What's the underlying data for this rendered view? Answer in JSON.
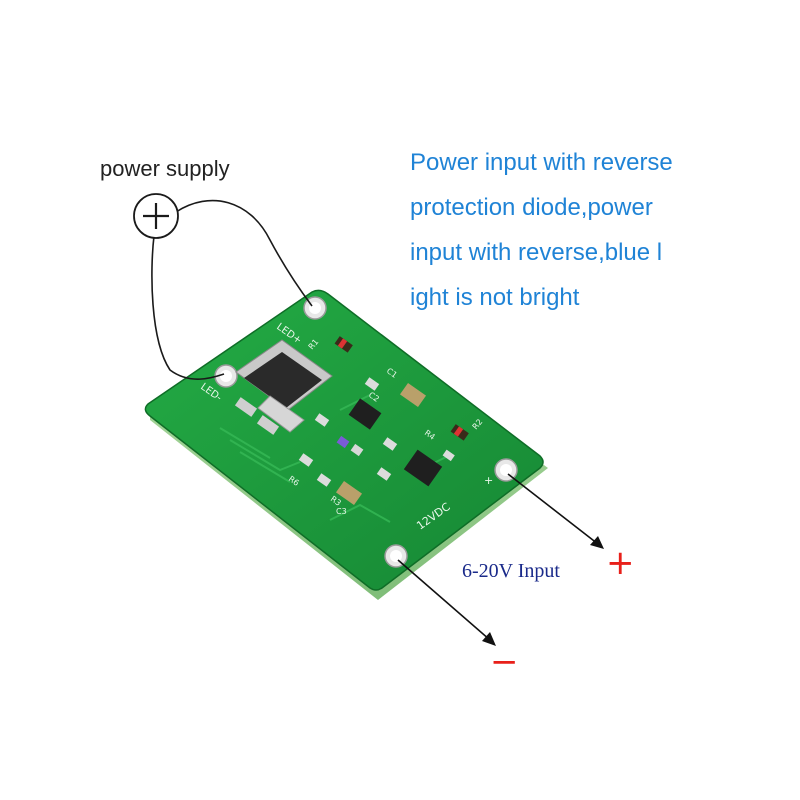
{
  "labels": {
    "power_supply": "power supply",
    "description_lines": [
      "Power input with reverse",
      "protection diode,power",
      "input with reverse,blue l",
      "ight is not bright"
    ],
    "input_range": "6-20V Input",
    "plus_sign": "+",
    "minus_sign": "−"
  },
  "board": {
    "silkscreen": {
      "led_plus": "LED+",
      "led_minus": "LED-",
      "voltage": "12VDC",
      "plus": "+",
      "r1": "R1",
      "r2": "R2",
      "r3": "R3",
      "r4": "R4",
      "r6": "R6",
      "c1": "C1",
      "c2": "C2",
      "c3": "C3"
    }
  },
  "colors": {
    "description_text": "#1f83d6",
    "input_label_text": "#1a2a8a",
    "sign_red": "#e8201a",
    "pcb_green": "#1c9a3c",
    "pcb_dark": "#137a2c"
  },
  "icons": {
    "plus_circle": "plus-circle-icon"
  }
}
